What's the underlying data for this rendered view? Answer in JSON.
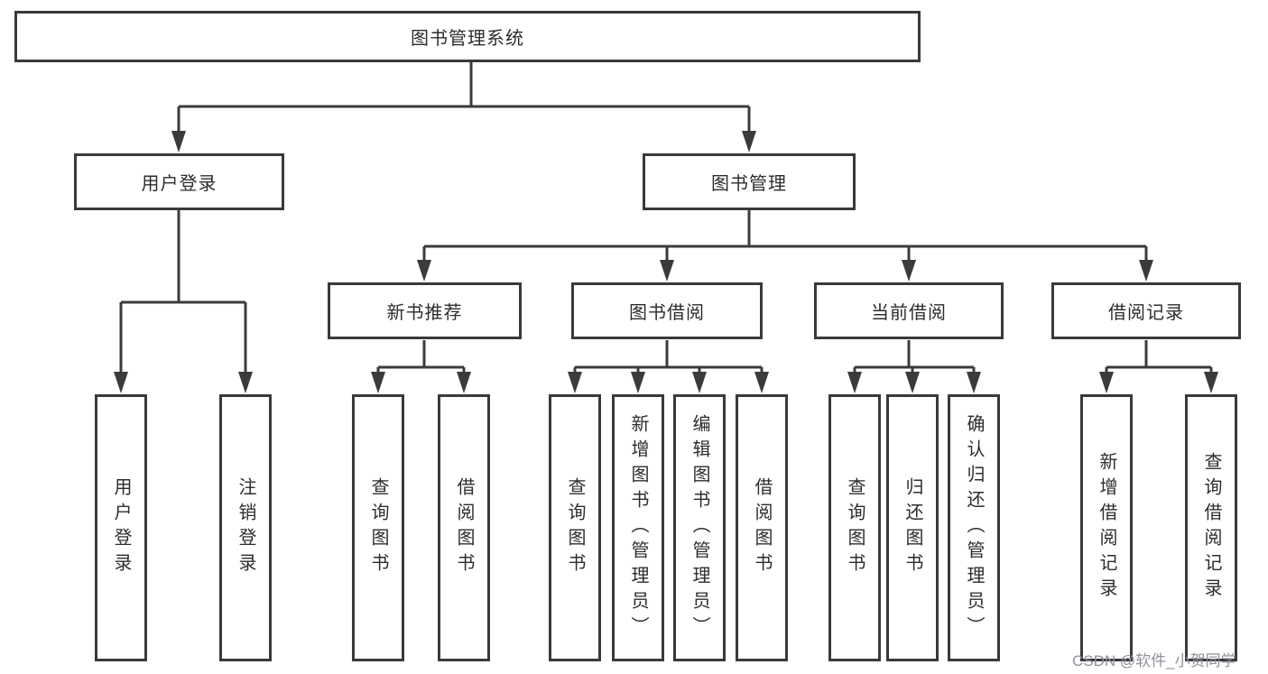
{
  "diagram": {
    "title": "图书管理系统",
    "root": {
      "label": "图书管理系统"
    },
    "level2": [
      {
        "label": "用户登录"
      },
      {
        "label": "图书管理"
      }
    ],
    "level3": [
      {
        "label": "新书推荐"
      },
      {
        "label": "图书借阅"
      },
      {
        "label": "当前借阅"
      },
      {
        "label": "借阅记录"
      }
    ],
    "leaves": [
      {
        "parent": "用户登录",
        "label": "用户登录"
      },
      {
        "parent": "用户登录",
        "label": "注销登录"
      },
      {
        "parent": "新书推荐",
        "label": "查询图书"
      },
      {
        "parent": "新书推荐",
        "label": "借阅图书"
      },
      {
        "parent": "图书借阅",
        "label": "查询图书"
      },
      {
        "parent": "图书借阅",
        "label": "新增图书（管理员）"
      },
      {
        "parent": "图书借阅",
        "label": "编辑图书（管理员）"
      },
      {
        "parent": "图书借阅",
        "label": "借阅图书"
      },
      {
        "parent": "当前借阅",
        "label": "查询图书"
      },
      {
        "parent": "当前借阅",
        "label": "归还图书"
      },
      {
        "parent": "当前借阅",
        "label": "确认归还（管理员）"
      },
      {
        "parent": "借阅记录",
        "label": "新增借阅记录"
      },
      {
        "parent": "借阅记录",
        "label": "查询借阅记录"
      }
    ],
    "line_color": "#3b3b3b",
    "border_color": "#3a3a3a",
    "text_color": "#2d2d2d"
  },
  "watermark": {
    "text": "CSDN @软件_小贺同学",
    "color": "#90909a"
  }
}
